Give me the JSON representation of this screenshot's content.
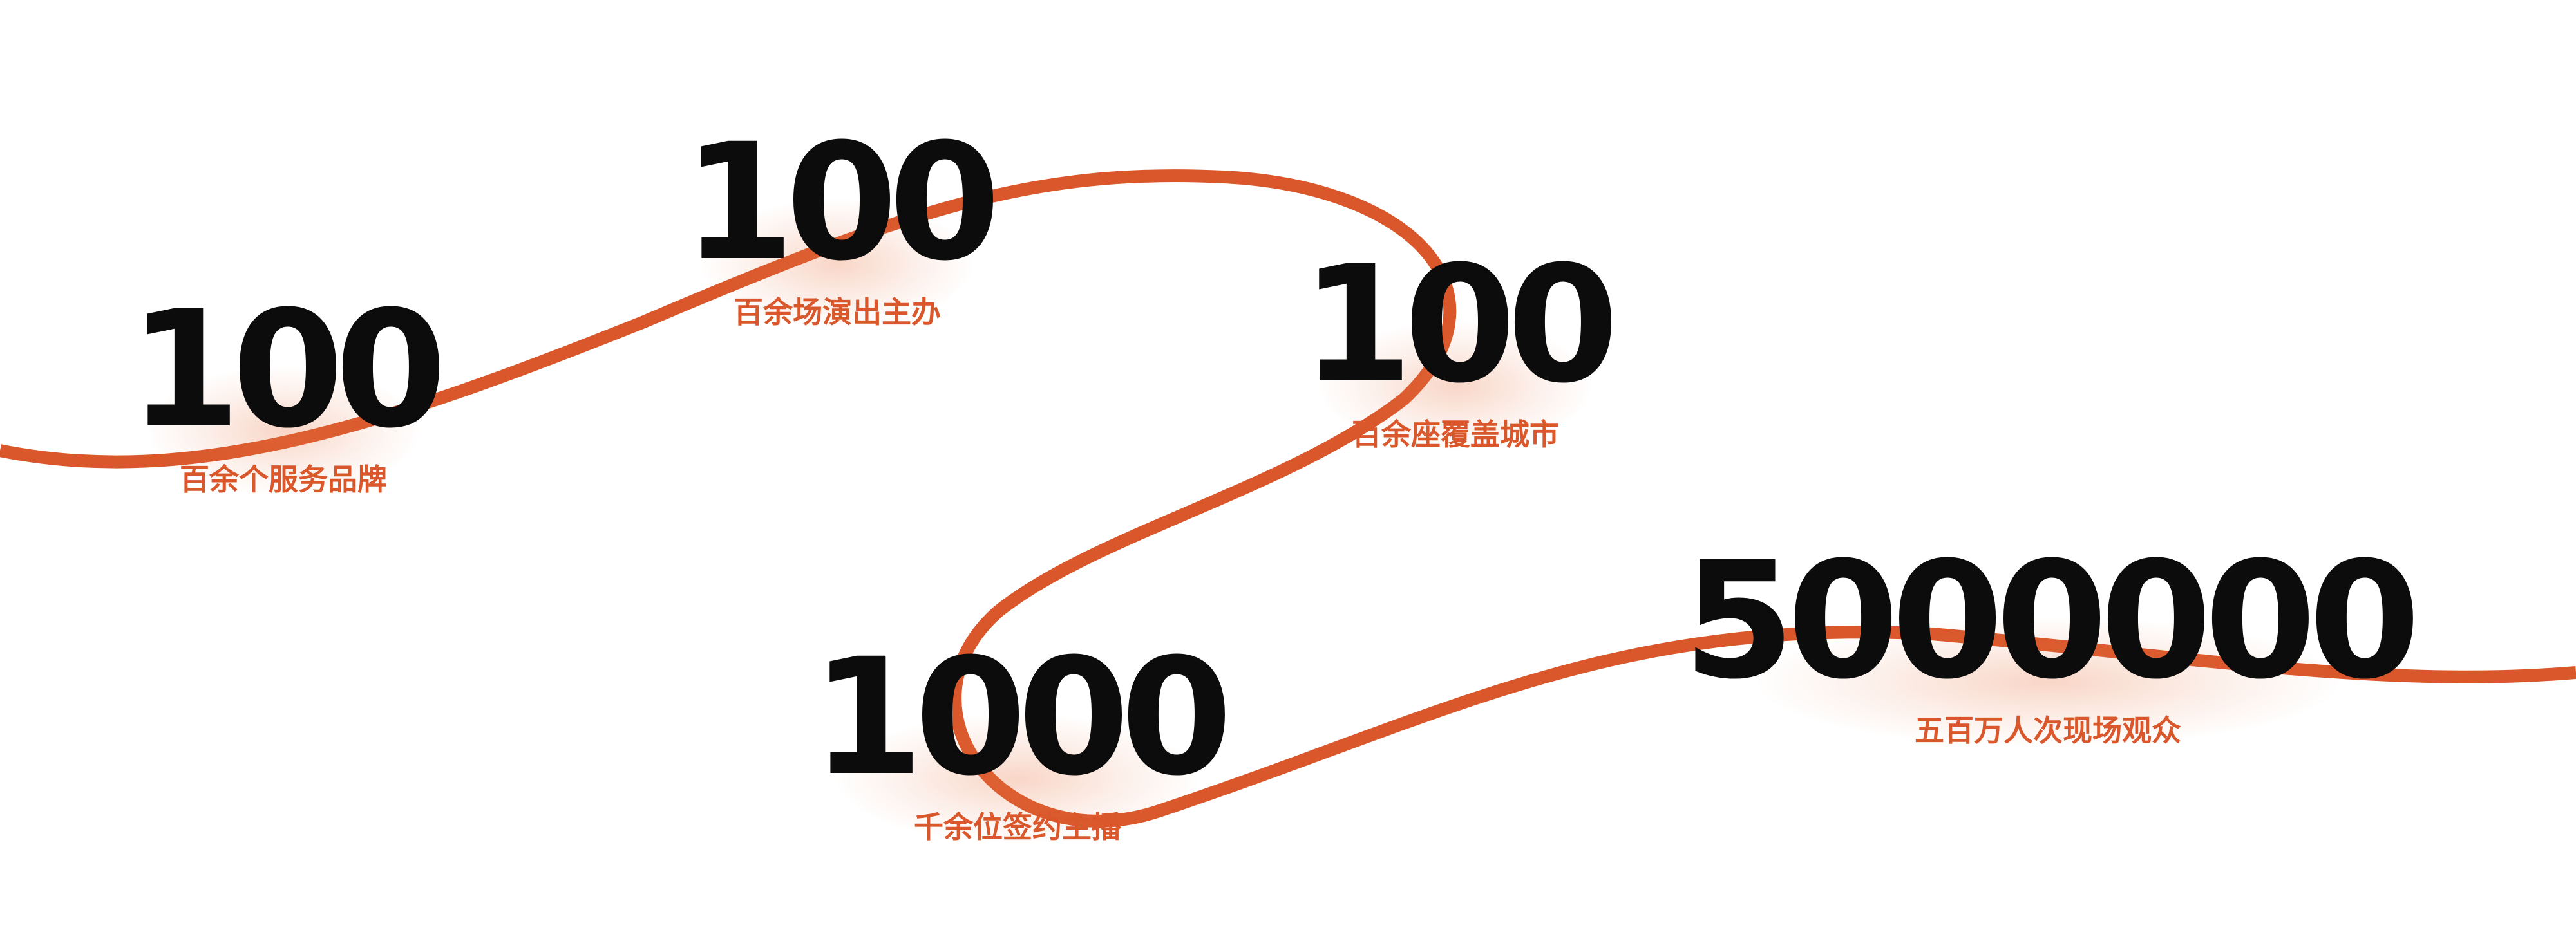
{
  "colors": {
    "accent": "#d9572b",
    "number": "#0c0c0c",
    "background": "#ffffff"
  },
  "stats": [
    {
      "value": "100",
      "label": "百余个服务品牌"
    },
    {
      "value": "100",
      "label": "百余场演出主办"
    },
    {
      "value": "100",
      "label": "百余座覆盖城市"
    },
    {
      "value": "1000",
      "label": "千余位签约主播"
    },
    {
      "value": "5000000",
      "label": "五百万人次现场观众"
    }
  ]
}
